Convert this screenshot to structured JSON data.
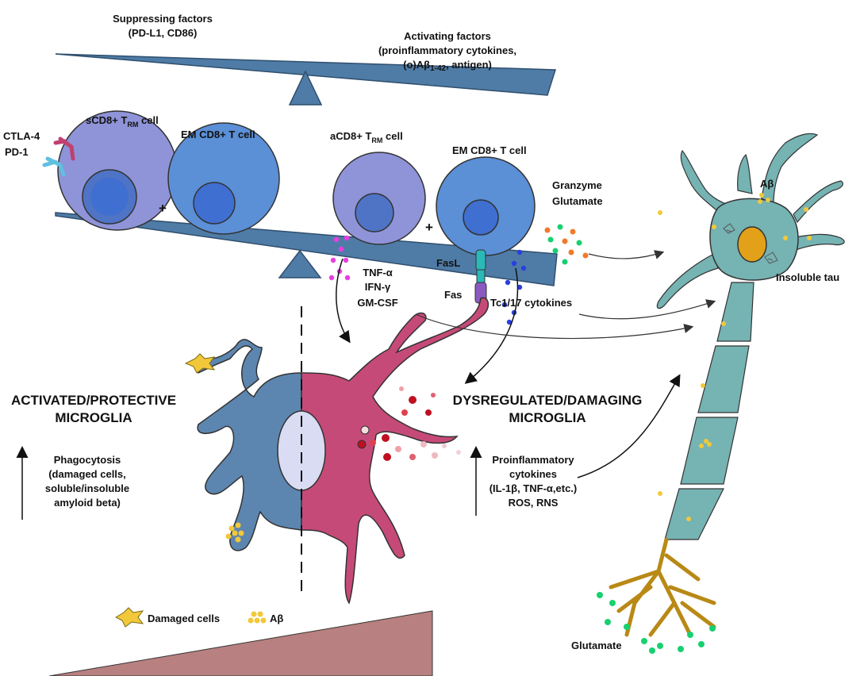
{
  "labels": {
    "suppressing_title": "Suppressing factors",
    "suppressing_sub": "(PD-L1, CD86)",
    "activating_title": "Activating factors",
    "activating_line2": "(proinflammatory cytokines,",
    "activating_line3_pre": "(o)A",
    "activating_line3_beta": "β",
    "activating_line3_sub": "1-42",
    "activating_line3_post": ", antigen)",
    "ctla4": "CTLA-4",
    "pd1": "PD-1",
    "scd8_pre": "sCD8+ T",
    "scd8_sub": "RM",
    "scd8_post": " cell",
    "em_cd8_left": "EM CD8+ T cell",
    "acd8_pre": "aCD8+ T",
    "acd8_sub": "RM",
    "acd8_post": " cell",
    "em_cd8_right": "EM CD8+ T cell",
    "plus": "+",
    "granzyme": "Granzyme",
    "glutamate_top": "Glutamate",
    "abeta_neuron": "Aβ",
    "insoluble_tau": "Insoluble tau",
    "fasl": "FasL",
    "fas": "Fas",
    "tnf": "TNF-α",
    "ifn": "IFN-γ",
    "gmcsf": "GM-CSF",
    "tc117": "Tc1/17 cytokines",
    "activated_line1": "ACTIVATED/PROTECTIVE",
    "activated_line2": "MICROGLIA",
    "dysreg_line1": "DYSREGULATED/DAMAGING",
    "dysreg_line2": "MICROGLIA",
    "phago_line1": "Phagocytosis",
    "phago_line2": "(damaged cells,",
    "phago_line3": "soluble/insoluble",
    "phago_line4": "amyloid beta)",
    "proinf_line1": "Proinflammatory",
    "proinf_line2": "cytokines",
    "proinf_line3": "(IL-1β, TNF-α,etc.)",
    "proinf_line4": "ROS, RNS",
    "legend_damaged": "Damaged cells",
    "legend_abeta": "Aβ",
    "glutamate_bottom": "Glutamate"
  },
  "colors": {
    "seesaw": "#4f7ca6",
    "seesaw_dark": "#2f4f6e",
    "cell_purple": "#8f93d8",
    "cell_blue": "#5b8fd6",
    "nucleus_blue": "#3f6fd0",
    "microglia_blue": "#5c86b0",
    "microglia_pink": "#c64a78",
    "neuron": "#76b3b3",
    "neuron_nucleus": "#e2a118",
    "dendrite_gold": "#b98916",
    "green_dot": "#18d070",
    "orange_dot": "#f07a2a",
    "magenta_dot": "#e83ee0",
    "blue_dot": "#2a3fe0",
    "red_dot": "#c01020",
    "abeta_yellow": "#f2c83a",
    "wedge": "#b88080"
  },
  "icons": [
    "damaged-cell-icon",
    "abeta-cluster-icon"
  ]
}
